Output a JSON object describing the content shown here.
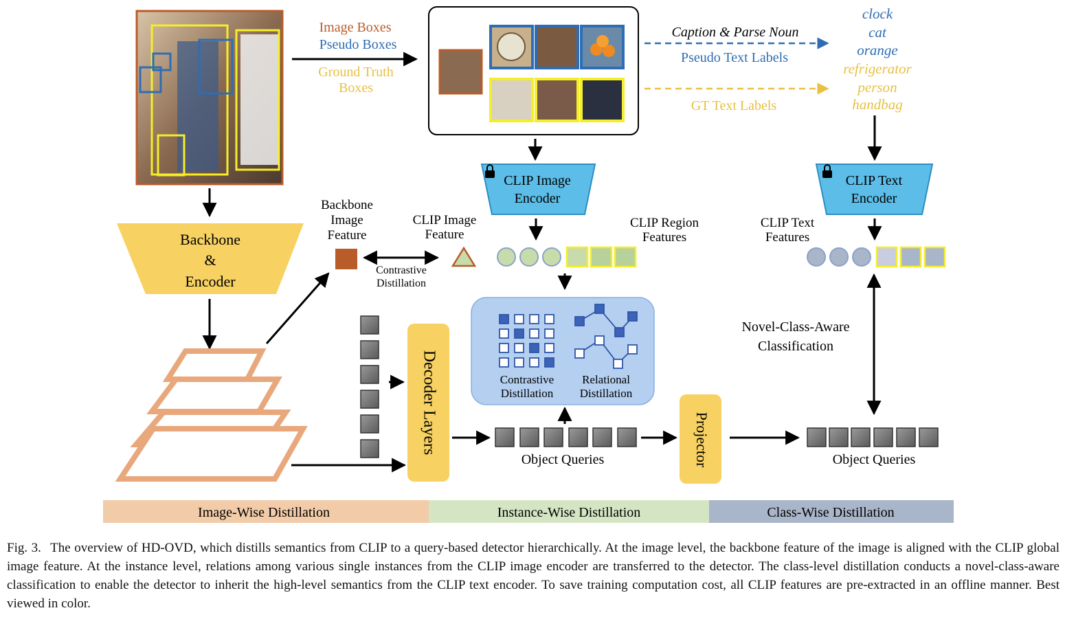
{
  "input": {
    "image_boxes": "Image Boxes",
    "pseudo_boxes": "Pseudo Boxes",
    "gt_boxes_1": "Ground Truth",
    "gt_boxes_2": "Boxes"
  },
  "labels_stage": {
    "caption_parse": "Caption & Parse Noun",
    "pseudo_text_labels": "Pseudo Text Labels",
    "gt_text_labels": "GT Text Labels",
    "pseudo_words": [
      "clock",
      "cat",
      "orange"
    ],
    "gt_words": [
      "refrigerator",
      "person",
      "handbag"
    ]
  },
  "encoders": {
    "clip_image_1": "CLIP Image",
    "clip_image_2": "Encoder",
    "clip_text_1": "CLIP Text",
    "clip_text_2": "Encoder",
    "backbone_1": "Backbone",
    "backbone_2": "&",
    "backbone_3": "Encoder"
  },
  "features": {
    "backbone_feature": [
      "Backbone",
      "Image",
      "Feature"
    ],
    "clip_image_feature": [
      "CLIP Image",
      "Feature"
    ],
    "contrastive_distillation": [
      "Contrastive",
      "Distillation"
    ],
    "clip_region_features": [
      "CLIP Region",
      "Features"
    ],
    "clip_text_features": [
      "CLIP Text",
      "Features"
    ]
  },
  "instance_panel": {
    "contrastive": [
      "Contrastive",
      "Distillation"
    ],
    "relational": [
      "Relational",
      "Distillation"
    ]
  },
  "decoder": {
    "decoder_layers": "Decoder Layers",
    "projector": "Projector",
    "object_queries_1": "Object Queries",
    "object_queries_2": "Object Queries",
    "novel_class": [
      "Novel-Class-Aware",
      "Classification"
    ]
  },
  "bands": {
    "image_wise": "Image-Wise Distillation",
    "instance_wise": "Instance-Wise Distillation",
    "class_wise": "Class-Wise Distillation"
  },
  "colors": {
    "orange_brown": "#b85c2a",
    "pseudo_blue": "#2e6db4",
    "gt_yellow": "#e9c040",
    "clip_blue": "#5bbde8",
    "backbone_yellow": "#f7d262",
    "band_image": "#f2cba8",
    "band_instance": "#d4e5c4",
    "band_class": "#a9b5c8"
  },
  "caption": {
    "fig": "Fig. 3.",
    "text": "The overview of HD-OVD, which distills semantics from CLIP to a query-based detector hierarchically. At the image level, the backbone feature of the image is aligned with the CLIP global image feature. At the instance level, relations among various single instances from the CLIP image encoder are transferred to the detector. The class-level distillation conducts a novel-class-aware classification to enable the detector to inherit the high-level semantics from the CLIP text encoder. To save training computation cost, all CLIP features are pre-extracted in an offline manner. Best viewed in color."
  }
}
